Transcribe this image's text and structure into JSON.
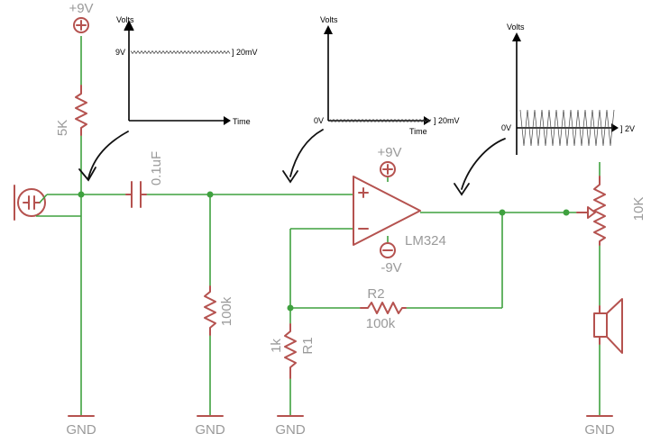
{
  "supply": {
    "pos_top": "+9V",
    "opamp_pos": "+9V",
    "opamp_neg": "-9V",
    "gnd": "GND"
  },
  "components": {
    "bias_resistor": "5K",
    "coupling_cap": "0.1uF",
    "input_resistor": "100k",
    "opamp": "LM324",
    "r1_name": "R1",
    "r1_value": "1k",
    "r2_name": "R2",
    "r2_value": "100k",
    "pot": "10K"
  },
  "graphs": [
    {
      "ylabel": "Volts",
      "xlabel": "Time",
      "level": "9V",
      "amplitude": "20mV"
    },
    {
      "ylabel": "Volts",
      "xlabel": "Time",
      "level": "0V",
      "amplitude": "20mV"
    },
    {
      "ylabel": "Volts",
      "level": "0V",
      "amplitude": "2V"
    }
  ]
}
